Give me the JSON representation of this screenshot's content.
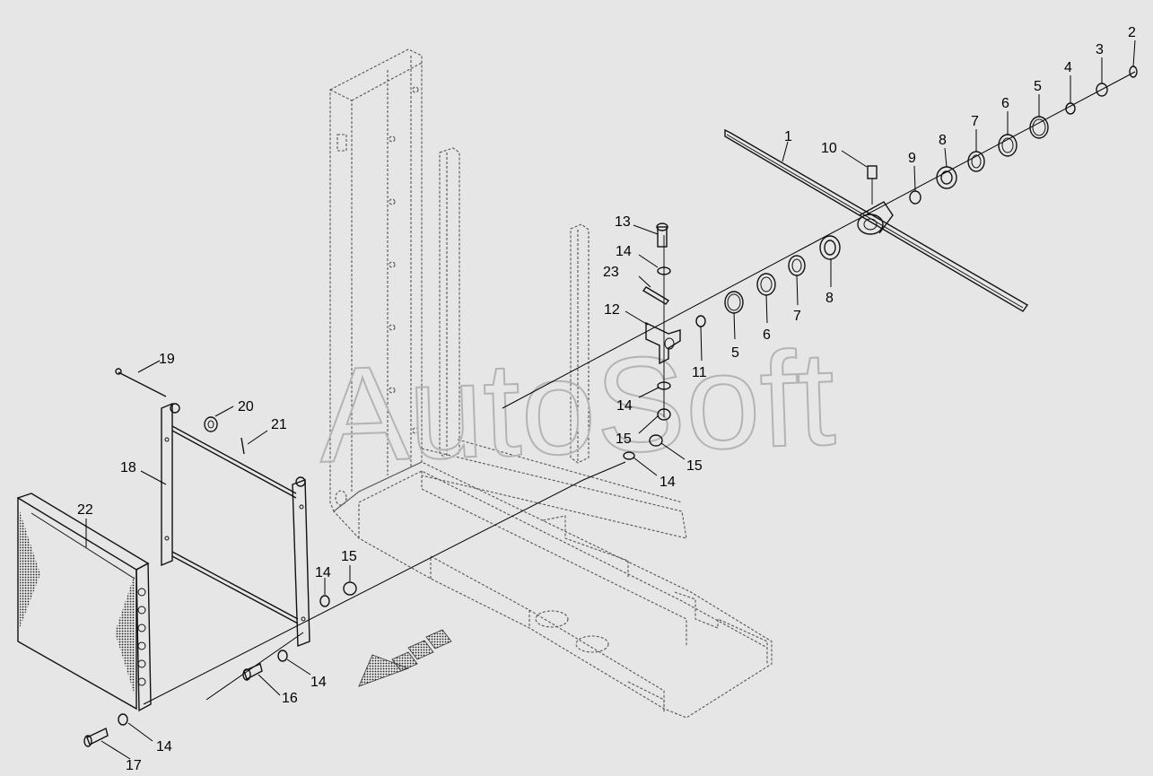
{
  "watermark": "AutoSoft",
  "colors": {
    "background": "#e6e6e6",
    "line": "#111111",
    "dashed": "#555555",
    "watermark": "#b3b3b3"
  },
  "callouts": [
    {
      "id": "c1",
      "text": "1"
    },
    {
      "id": "c2",
      "text": "2"
    },
    {
      "id": "c3",
      "text": "3"
    },
    {
      "id": "c4",
      "text": "4"
    },
    {
      "id": "c5a",
      "text": "5"
    },
    {
      "id": "c5b",
      "text": "5"
    },
    {
      "id": "c6a",
      "text": "6"
    },
    {
      "id": "c6b",
      "text": "6"
    },
    {
      "id": "c7a",
      "text": "7"
    },
    {
      "id": "c7b",
      "text": "7"
    },
    {
      "id": "c8a",
      "text": "8"
    },
    {
      "id": "c8b",
      "text": "8"
    },
    {
      "id": "c9",
      "text": "9"
    },
    {
      "id": "c10",
      "text": "10"
    },
    {
      "id": "c11",
      "text": "11"
    },
    {
      "id": "c12",
      "text": "12"
    },
    {
      "id": "c13",
      "text": "13"
    },
    {
      "id": "c14a",
      "text": "14"
    },
    {
      "id": "c14b",
      "text": "14"
    },
    {
      "id": "c14c",
      "text": "14"
    },
    {
      "id": "c14d",
      "text": "14"
    },
    {
      "id": "c14e",
      "text": "14"
    },
    {
      "id": "c14f",
      "text": "14"
    },
    {
      "id": "c15a",
      "text": "15"
    },
    {
      "id": "c15b",
      "text": "15"
    },
    {
      "id": "c15c",
      "text": "15"
    },
    {
      "id": "c16",
      "text": "16"
    },
    {
      "id": "c17",
      "text": "17"
    },
    {
      "id": "c18",
      "text": "18"
    },
    {
      "id": "c19",
      "text": "19"
    },
    {
      "id": "c20",
      "text": "20"
    },
    {
      "id": "c21",
      "text": "21"
    },
    {
      "id": "c22",
      "text": "22"
    },
    {
      "id": "c23",
      "text": "23"
    }
  ]
}
